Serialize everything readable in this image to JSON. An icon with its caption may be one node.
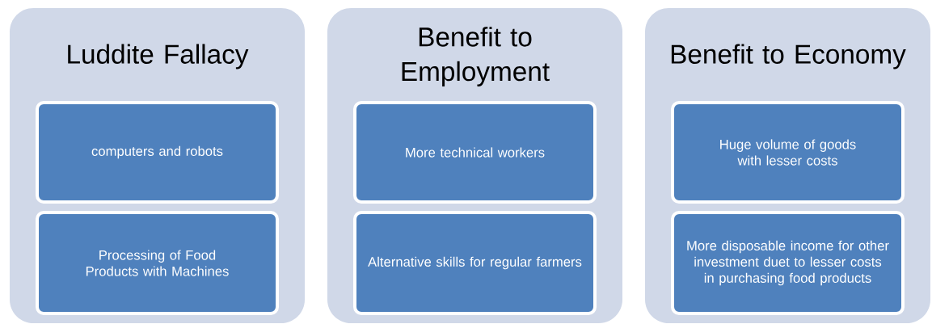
{
  "diagram": {
    "nodes": [
      {
        "text": [
          "Luddite Fallacy"
        ]
      },
      {
        "text": [
          "computers and robots"
        ],
        "in": 0
      },
      {
        "text": [
          "Processing of Food Products with Machines"
        ],
        "in": 0
      },
      {
        "text": [
          "Benefit to Employment"
        ]
      },
      {
        "text": [
          "More technical workers"
        ],
        "in": 3
      },
      {
        "text": [
          "Alternative skills for regular farmers"
        ],
        "in": 3
      },
      {
        "text": [
          "Benefit to Economy"
        ]
      },
      {
        "text": [
          "Huge volume of goods with lesser costs"
        ],
        "in": 6
      },
      {
        "text": [
          "More disposable income  for other investment duet to lesser costs in purchasing food products"
        ],
        "in": 6
      }
    ]
  }
}
